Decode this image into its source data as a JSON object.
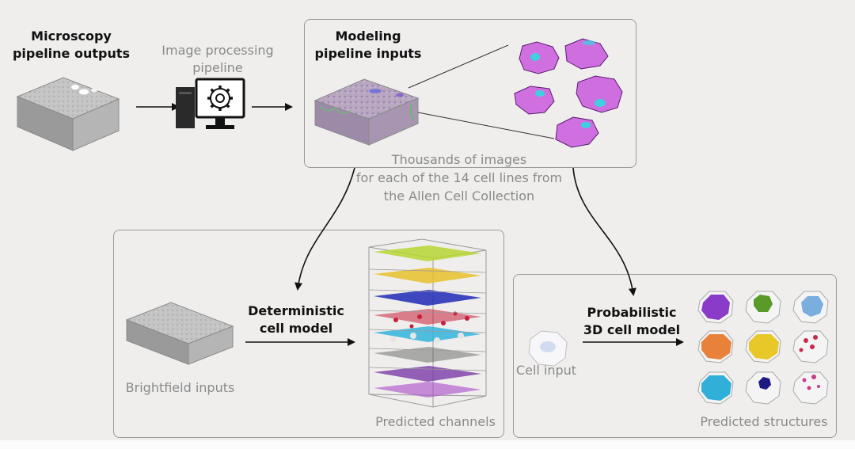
{
  "labels": {
    "microscopy_outputs": [
      "Microscopy",
      "pipeline outputs"
    ],
    "image_processing": [
      "Image processing",
      "pipeline"
    ],
    "modeling_inputs": [
      "Modeling",
      "pipeline inputs"
    ],
    "thousands_caption": [
      "Thousands of images",
      "for each of the 14 cell lines from",
      "the Allen Cell Collection"
    ],
    "deterministic_model": [
      "Deterministic",
      "cell model"
    ],
    "brightfield_inputs": "Brightfield inputs",
    "predicted_channels": "Predicted channels",
    "probabilistic_model": [
      "Probabilistic",
      "3D cell model"
    ],
    "cell_input": "Cell input",
    "predicted_structures": "Predicted structures"
  },
  "colors": {
    "panel_border": "#9a9a9a",
    "grey_text": "#8a8a8a",
    "bold_text": "#111111",
    "cell_magenta": "#d070e0",
    "cell_cyan": "#3fd0e0",
    "channel_layers": [
      "#b6d631",
      "#e8c02a",
      "#2b34b8",
      "#32b4dc",
      "#c8203a",
      "#7a3aa8"
    ],
    "structure_cells": [
      "#8a3cc8",
      "#5a9a28",
      "#7aaede",
      "#e8823a",
      "#e8c828",
      "#c8284a",
      "#30b0d8",
      "#1a1a80",
      "#c83a8a"
    ]
  },
  "icons": [
    "microscope-volume-icon",
    "computer-gear-icon",
    "data-volume-icon",
    "cell-3d-icon",
    "layered-channels-icon"
  ]
}
